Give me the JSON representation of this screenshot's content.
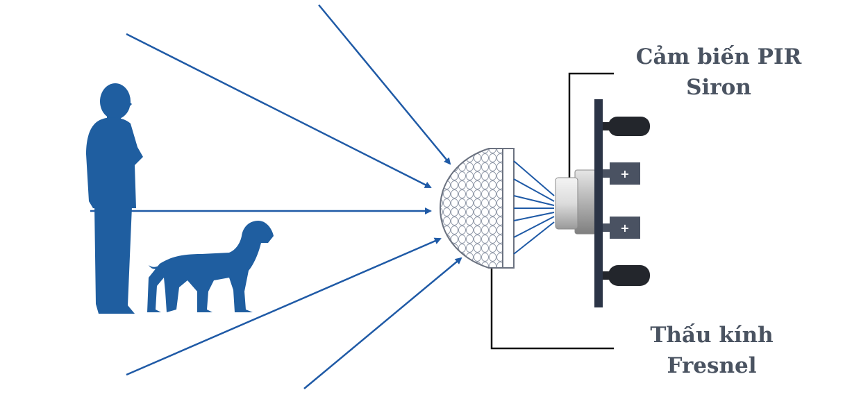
{
  "labels": {
    "sensor_line1": "Cảm biến PIR",
    "sensor_line2": "Siron",
    "lens_line1": "Thấu kính",
    "lens_line2": "Fresnel"
  },
  "colors": {
    "arrow": "#1f5aa6",
    "silhouette": "#1f5ea0",
    "board": "#2b3446",
    "bracket": "#111111",
    "label": "#4a5361"
  }
}
